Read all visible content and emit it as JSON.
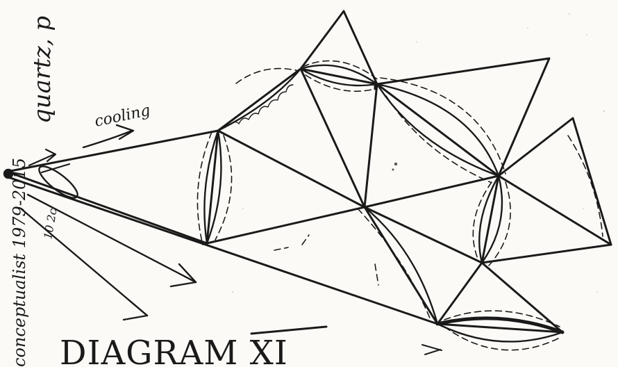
{
  "diagram": {
    "title": "DIAGRAM XI",
    "labels": {
      "cooling": "cooling",
      "quartz": "quartz, p",
      "margin": "conceptualist 1979-2015",
      "speck": "10 2c"
    },
    "colors": {
      "ink": "#1a1a1a",
      "paper": "#fbfaf6"
    }
  }
}
